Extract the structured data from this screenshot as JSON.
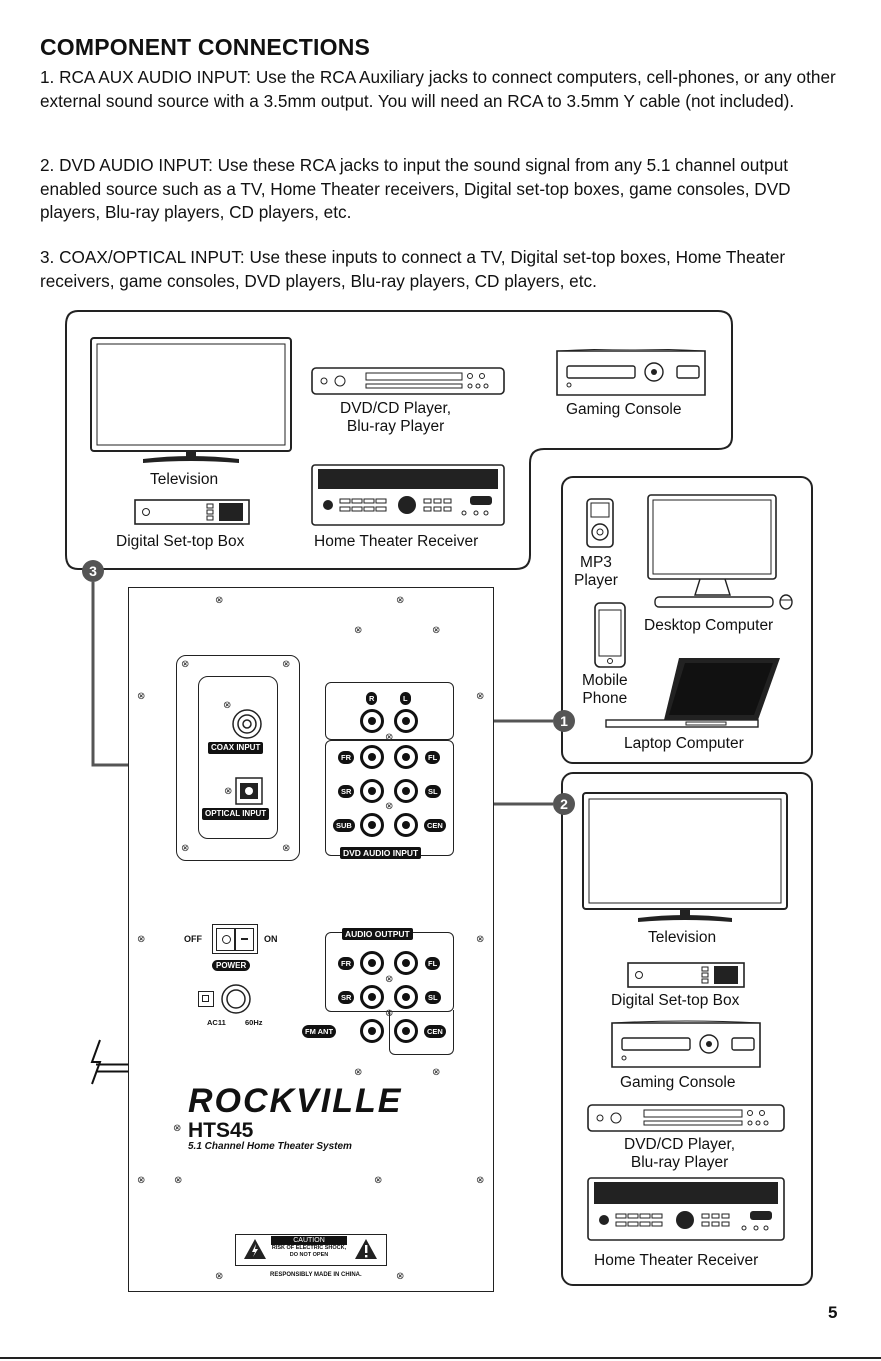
{
  "title": "COMPONENT CONNECTIONS",
  "paragraphs": [
    "1. RCA AUX AUDIO INPUT: Use the RCA Auxiliary jacks to connect computers, cell-phones, or any other external sound source with a 3.5mm output. You will need an RCA to 3.5mm Y cable (not included).",
    "2. DVD AUDIO INPUT: Use these RCA jacks to input the sound signal from any 5.1 channel output enabled source such as a TV, Home Theater receivers, Digital set-top boxes, game consoles, DVD players, Blu-ray players, CD players, etc.",
    "3. COAX/OPTICAL INPUT: Use these inputs to connect a TV, Digital set-top boxes, Home Theater receivers, game consoles, DVD players, Blu-ray players, CD players, etc."
  ],
  "group3": {
    "television": "Television",
    "dvd_line1": "DVD/CD Player,",
    "dvd_line2": "Blu-ray Player",
    "gaming": "Gaming Console",
    "settop": "Digital Set-top Box",
    "receiver": "Home Theater Receiver",
    "number": "3"
  },
  "group1": {
    "mp3_line1": "MP3",
    "mp3_line2": "Player",
    "desktop": "Desktop Computer",
    "phone_line1": "Mobile",
    "phone_line2": "Phone",
    "laptop": "Laptop Computer",
    "number": "1"
  },
  "group2": {
    "television": "Television",
    "settop": "Digital Set-top Box",
    "gaming": "Gaming Console",
    "dvd_line1": "DVD/CD Player,",
    "dvd_line2": "Blu-ray Player",
    "receiver": "Home Theater Receiver",
    "number": "2"
  },
  "rear_panel": {
    "aux_r": "R",
    "aux_l": "L",
    "coax_label": "COAX INPUT",
    "optical_label": "OPTICAL INPUT",
    "dvd_input_label": "DVD AUDIO INPUT",
    "audio_output_label": "AUDIO OUTPUT",
    "fr": "FR",
    "fl": "FL",
    "sr": "SR",
    "sl": "SL",
    "sub": "SUB",
    "cen": "CEN",
    "fm_ant": "FM ANT",
    "off": "OFF",
    "on": "ON",
    "power": "POWER",
    "power_rating_left": "AC11",
    "power_rating_right": "60Hz",
    "brand": "ROCKVILLE",
    "model": "HTS45",
    "model_sub": "5.1 Channel Home Theater System",
    "caution_title": "CAUTION",
    "caution_line1": "RISK OF ELECTRIC SHOCK,",
    "caution_line2": "DO NOT OPEN",
    "made_in": "RESPONSIBLY MADE IN CHINA."
  },
  "page_number": "5"
}
